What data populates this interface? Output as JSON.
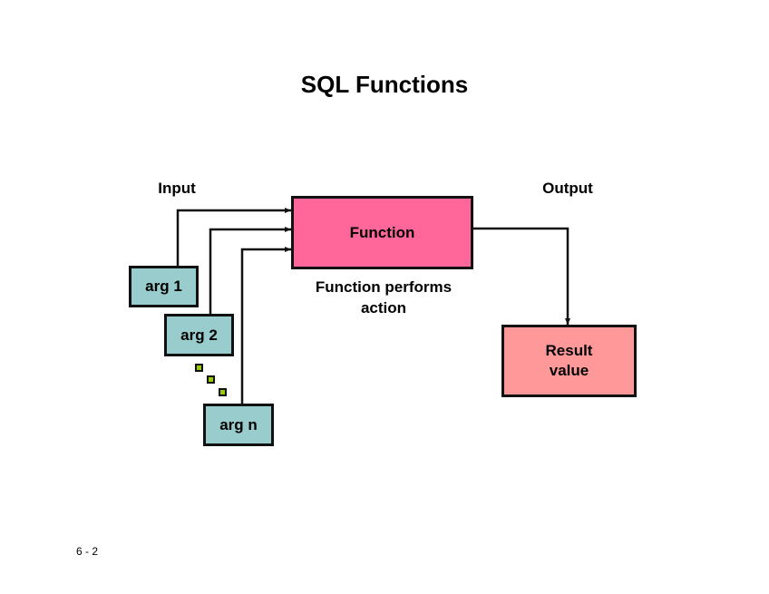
{
  "title": "SQL Functions",
  "labels": {
    "input": "Input",
    "output": "Output",
    "function_desc_line1": "Function performs",
    "function_desc_line2": "action"
  },
  "boxes": {
    "arg1": "arg 1",
    "arg2": "arg 2",
    "argn": "arg n",
    "function": "Function",
    "result_line1": "Result",
    "result_line2": "value"
  },
  "colors": {
    "arg_fill": "#99cccc",
    "function_fill": "#ff6699",
    "result_fill": "#ff9999",
    "ellipsis_fill": "#99cc00"
  },
  "footer": {
    "page_number": "6 - 2"
  }
}
